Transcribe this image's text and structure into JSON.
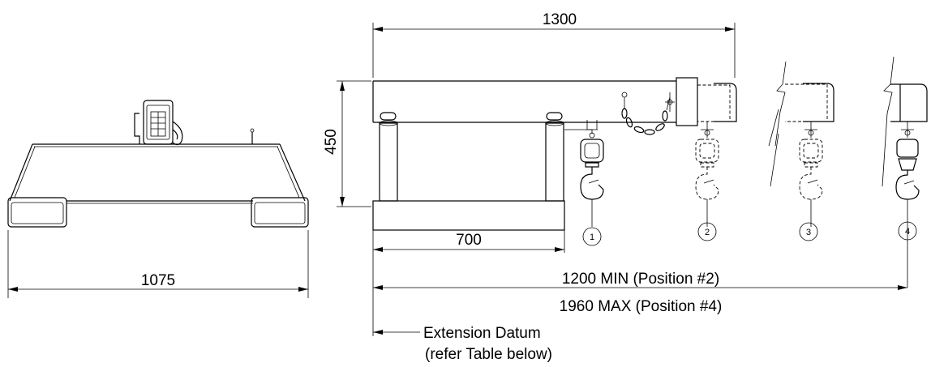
{
  "dimensions": {
    "overall_length": "1300",
    "height": "450",
    "fork_pocket_length": "700",
    "width": "1075",
    "min_extension": "1200 MIN (Position #2)",
    "max_extension": "1960 MAX (Position #4)"
  },
  "datum": {
    "line1": "Extension Datum",
    "line2": "(refer Table below)"
  },
  "positions": [
    "1",
    "2",
    "3",
    "4"
  ]
}
